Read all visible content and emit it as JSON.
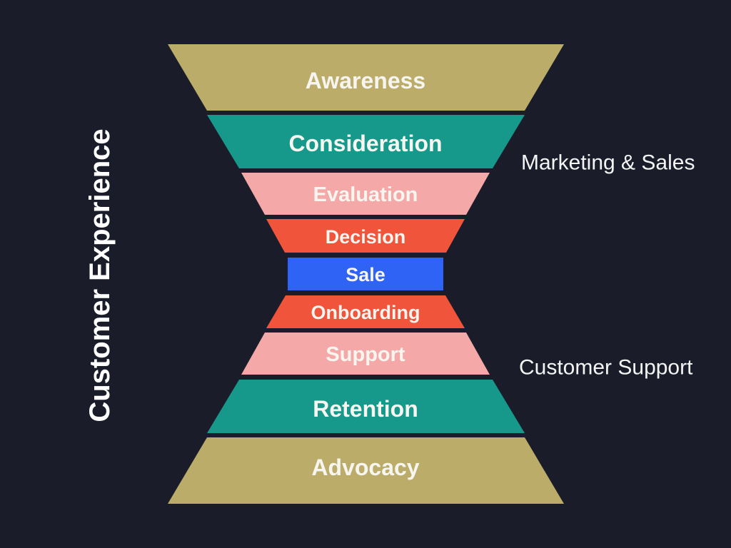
{
  "title": "Customer Experience",
  "groups": {
    "marketing": "Marketing & Sales",
    "support": "Customer Support"
  },
  "stages": [
    {
      "label": "Awareness",
      "color": "#bcac6a"
    },
    {
      "label": "Consideration",
      "color": "#16988a"
    },
    {
      "label": "Evaluation",
      "color": "#f4a9a8"
    },
    {
      "label": "Decision",
      "color": "#f0543a"
    },
    {
      "label": "Sale",
      "color": "#2f63f5"
    },
    {
      "label": "Onboarding",
      "color": "#f0543a"
    },
    {
      "label": "Support",
      "color": "#f4a9a8"
    },
    {
      "label": "Retention",
      "color": "#16988a"
    },
    {
      "label": "Advocacy",
      "color": "#bcac6a"
    }
  ]
}
